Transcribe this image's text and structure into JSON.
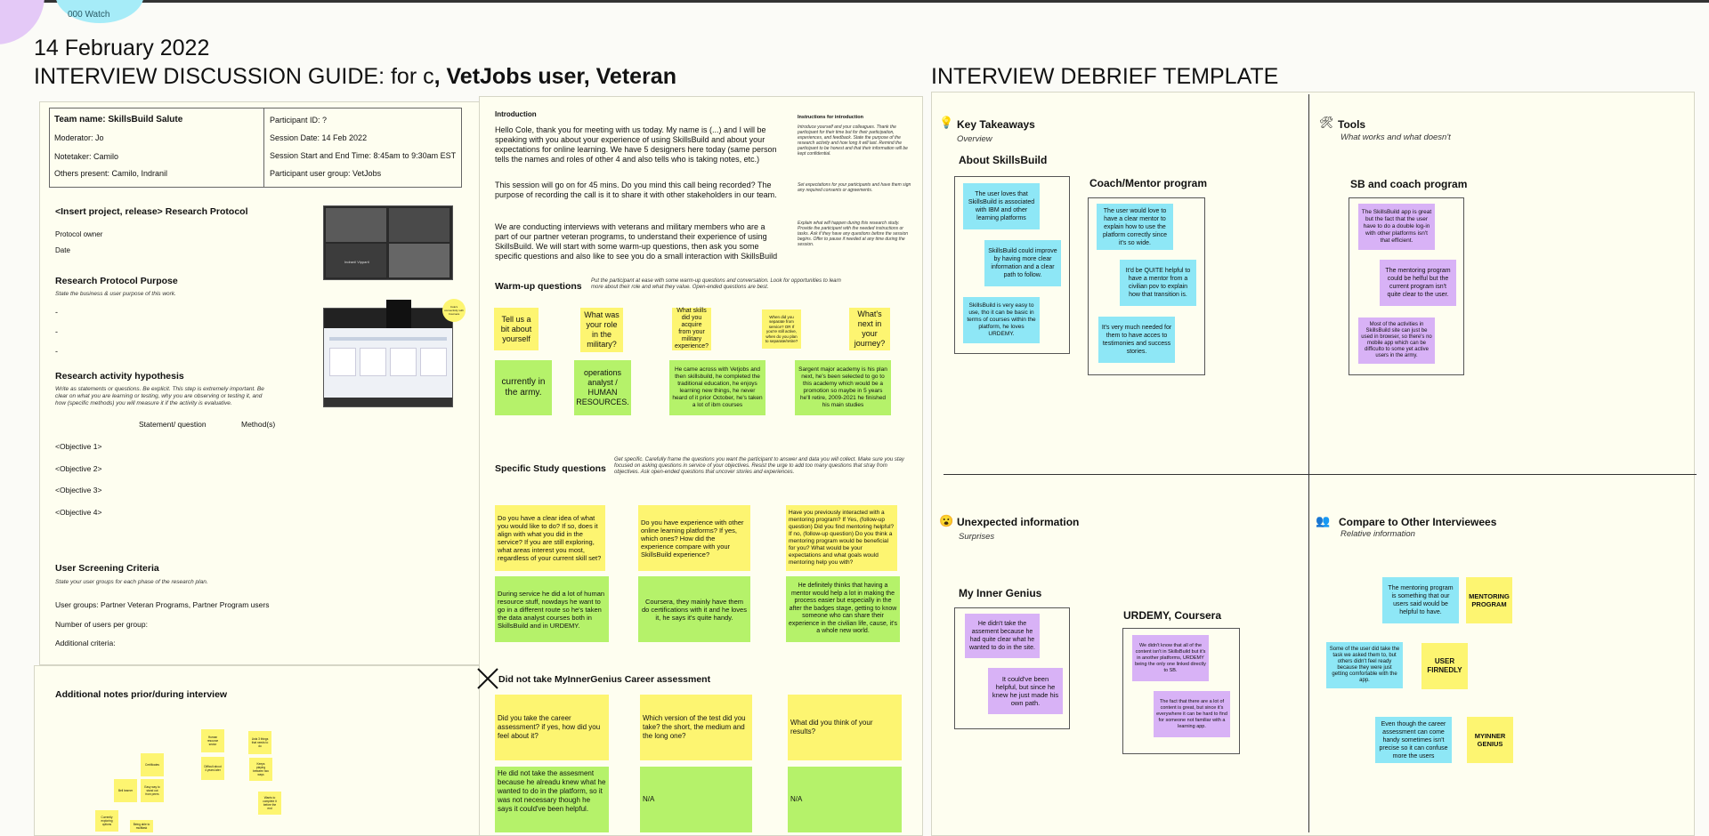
{
  "header": {
    "date": "14 February 2022",
    "title_prefix": "INTERVIEW DISCUSSION GUIDE: for c",
    "title_bold": ", VetJobs user, Veteran",
    "debrief_title": "INTERVIEW DEBRIEF TEMPLATE"
  },
  "colors": {
    "yellow": "#fdf571",
    "green": "#b5f26a",
    "blue": "#8ee7f6",
    "purple": "#d8b2f6",
    "frame": "#fefef0"
  },
  "protocol": {
    "team_name": "Team name: SkillsBuild Salute",
    "moderator": "Moderator: Jo",
    "notetaker": "Notetaker: Camilo",
    "others": "Others present: Camilo, Indranil",
    "participant_id": "Participant ID: ?",
    "session_date": "Session Date: 14 Feb 2022",
    "session_time": "Session Start and End Time: 8:45am to 9:30am EST",
    "user_group": "Participant user group: VetJobs",
    "research_protocol": "<Insert project, release> Research Protocol",
    "protocol_owner": "Protocol owner",
    "date_label": "Date",
    "purpose_title": "Research Protocol Purpose",
    "purpose_desc": "State the business & user purpose of this work.",
    "dash": "-",
    "hypothesis_title": "Research activity hypothesis",
    "hypothesis_desc": "Write as statements or questions. Be explicit. This step is extremely important. Be clear on what you are learning or testing, why you are observing or testing it, and how (specific methods) you will measure it if the activity is evaluative.",
    "col_statement": "Statement/ question",
    "col_methods": "Method(s)",
    "objectives": [
      "<Objective 1>",
      "<Objective 2>",
      "<Objective 3>",
      "<Objective 4>"
    ],
    "screening_title": "User Screening Criteria",
    "screening_desc": "State your user groups for each phase of the research plan.",
    "user_groups": "User groups: Partner Veteran Programs, Partner Program users",
    "num_users": "Number of users per group:",
    "additional": "Additional criteria:",
    "notes_title": "Additional notes prior/during interview",
    "video_label": "Indranil Vipparti",
    "small_note": "Cole's connectivity with Coursera"
  },
  "small_notes": [
    "Human resource sector",
    "Lists 3 things that needs to do",
    "Certificates",
    "Difficult about 4 years later",
    "Keeps playing between two ways",
    "Bell learner",
    "Easy way to stand out from peers",
    "Wants to complete it before the end",
    "Currently exploring options",
    "Being able to multitask"
  ],
  "intro": {
    "title": "Introduction",
    "p1": "Hello Cole, thank you for meeting with us today. My name is (...) and I will be speaking with you about your experience of using SkillsBuild and about your expectations for online learning. We have 5 designers here today (same person tells the names and roles of other 4 and also tells who is taking notes, etc.)",
    "p2": "This session will go on for 45 mins. Do you mind this call being recorded? The purpose of recording the call is it to share it with other stakeholders in our team.",
    "p3": "We are conducting interviews with veterans and military members who are a part of our partner veteran programs, to understand their experience of using SkillsBuild. We will start with some warm-up questions, then ask you some specific questions and also like to see you do a small interaction with SkillsBuild",
    "instr_title": "Instructions for introduction",
    "instr1": "Introduce yourself and your colleagues. Thank the participant for their time but for their participation, experiences, and feedback. State the purpose of the research activity and how long it will last. Remind the participant to be honest and that their information will be kept confidential.",
    "instr2": "Set expectations for your participants and have them sign any required consents or agreements.",
    "instr3": "Explain what will happen during this research study. Provide the participant with the needed instructions or tasks. Ask if they have any questions before the session begins. Offer to pause if needed at any time during the session."
  },
  "warmup": {
    "title": "Warm-up questions",
    "desc": "Put the participant at ease with some warm-up questions and conversation. Look for opportunities to learn more about their role and what they value. Open-ended questions are best.",
    "questions": [
      "Tell us a bit about yourself",
      "What was your role in the military?",
      "What skills did you acquire from your military experience?",
      "When did you separate from service? OR If you're still active, when do you plan to separate/retire?",
      "What's next in your journey?"
    ],
    "answers": [
      "currently in the army.",
      "operations analyst / HUMAN RESOURCES.",
      "He came across with Vetjobs and then skillsbuild, he completed the traditional education, he enjoys learning new things, he never heard of it prior October, he's taken a lot of ibm courses",
      "Sargent major academy is his plan next, he's been selected to go to this academy which would be a promotion so maybe in 5 years he'll retire, 2009-2021 he finished his main studies"
    ]
  },
  "specific": {
    "title": "Specific Study questions",
    "desc": "Get specific. Carefully frame the questions you want the participant to answer and data you will collect. Make sure you stay focused on asking questions in service of your objectives. Resist the urge to add too many questions that stray from objectives. Ask open-ended questions that uncover stories and experiences.",
    "questions": [
      "Do you have a clear idea of what you would like to do? If so, does it align with what you did in the service? If you are still exploring, what areas interest you most, regardless of your current skill set?",
      "Do you have experience with other online learning platforms? If yes, which ones? How did the experience compare with your SkillsBuild experience?",
      "Have you previously interacted with a mentoring program? If Yes, (follow-up question) Did you find mentoring helpful? If no, (follow-up question) Do you think a mentoring program would be beneficial for you? What would be your expectations and what goals would mentoring help you with?"
    ],
    "answers": [
      "During service he did a lot of human resource stuff, nowdays he want to go in a different route so he's taken the data analyst courses both in SkillsBuild and in URDEMY.",
      "Coursera, they mainly have them do certifications with it and he loves it, he says it's quite handy.",
      "He definitely thinks that having a mentor would help a lot in making the process easier but especially in the after the badges stage, getting to know someone who can share their experience in the civilian life, cause, it's a whole new world."
    ]
  },
  "genius": {
    "title": "Did not take MyInnerGenius Career assessment",
    "questions": [
      "Did you take the career assessment? if yes, how did you feel about it?",
      "Which version of the test did you take? the short, the medium and the long one?",
      "What did you think of your results?"
    ],
    "answers": [
      "He did not take the assesment because he alreadu knew what he wanted to do in the platform, so it was not necessary though he says it could've been helpful.",
      "N/A",
      "N/A"
    ]
  },
  "debrief": {
    "takeaways_title": "Key Takeaways",
    "takeaways_sub": "Overview",
    "about_title": "About SkillsBuild",
    "about_notes": [
      "The user loves that SkillsBuild is associated with IBM and other learning platforms",
      "SkillsBuild could improve by having more clear information and a clear path to follow.",
      "SkillsBuild is very easy to use, tho it can be basic in terms of courses within the platform, he loves URDEMY."
    ],
    "coach_title": "Coach/Mentor program",
    "coach_notes": [
      "The user would love to have a clear mentor to explain how to use the platform correctly since it's so wide.",
      "It'd be QUITE helpful to have a mentor from a civilian pov to explain how that transition is.",
      "It's very much needed for them to have acces to testimonies and success stories."
    ],
    "tools_title": "Tools",
    "tools_sub": "What works and what doesn't",
    "sb_title": "SB and coach program",
    "sb_notes": [
      "The SkillsBuild app is great but the fact that the user have to do a double log-in with other platforms isn't that efficient.",
      "The mentoring program could be helful but the current program isn't quite clear to the user.",
      "Most of the activities in SkillsBuild site can just be used in browser, so there's no mobile app which can be difficulto to some yet active users in the army."
    ],
    "unexpected_title": "Unexpected information",
    "unexpected_sub": "Surprises",
    "genius_title": "My Inner Genius",
    "genius_notes": [
      "He didn't take the assement because he had quite clear what he wanted to do in the site.",
      "It could've been helpful, but since he knew he just made his own path."
    ],
    "urdemy_title": "URDEMY, Coursera",
    "urdemy_notes": [
      "We didn't know that all of the content isn't in SkillsBuild but it's in another platforms, URDEMY being the only one linked directly to SB.",
      "The fact that there are a lot of content is great, but since it's everywhere it can be hard to find for someone not familiar with a learning app."
    ],
    "compare_title": "Compare to Other Interviewees",
    "compare_sub": "Relative information",
    "compare_notes": [
      "The mentoring program is something that our users said would be helpful to have.",
      "Some of the user did take the task we asked them to, but others didn't feel ready because they were just getting comfortable with the app.",
      "Even though the career assessment can come handy sometimes isn't precise so it can confuse more the users"
    ],
    "compare_labels": [
      "MENTORING PROGRAM",
      "USER FIRNEDLY",
      "MYINNER GENIUS"
    ],
    "badge_text": "000 Watch"
  }
}
